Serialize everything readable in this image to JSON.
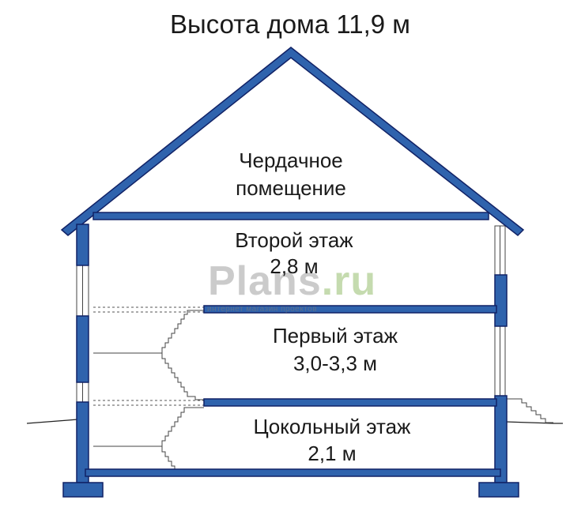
{
  "title": "Высота дома 11,9 м",
  "rooms": {
    "attic": {
      "line1": "Чердачное",
      "line2": "помещение"
    },
    "second_floor": {
      "name": "Второй этаж",
      "height": "2,8 м"
    },
    "first_floor": {
      "name": "Первый этаж",
      "height": "3,0-3,3 м"
    },
    "basement": {
      "name": "Цокольный этаж",
      "height": "2,1 м"
    }
  },
  "watermark": {
    "part1": "Plans",
    "part2": ".ru",
    "subtitle": "интернет магазин проектов"
  },
  "colors": {
    "structure_fill": "#2f63ad",
    "structure_outline": "#112266",
    "text": "#1a1a1a"
  }
}
